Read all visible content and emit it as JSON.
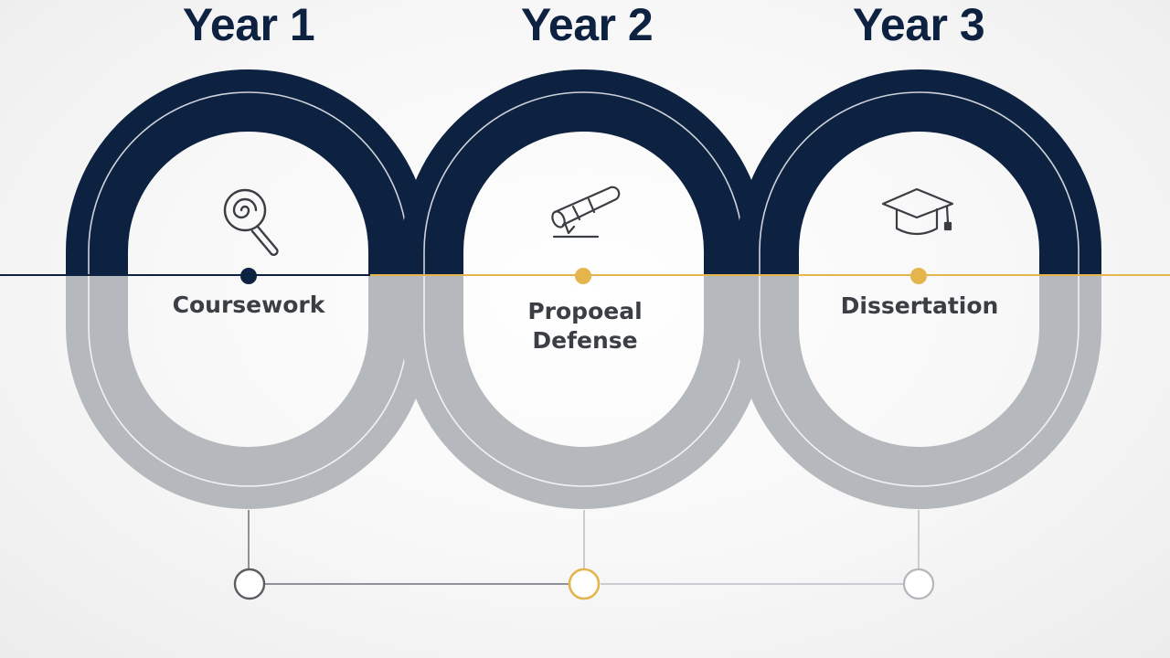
{
  "timeline": {
    "stages": [
      {
        "year": "Year 1",
        "label_lines": [
          "Coursework"
        ],
        "icon": "magnifier-spiral-icon",
        "accent": "#0d2140"
      },
      {
        "year": "Year 2",
        "label_lines": [
          "Propoeal",
          "Defense"
        ],
        "icon": "scroll-icon",
        "accent": "#e4b54c"
      },
      {
        "year": "Year 3",
        "label_lines": [
          "Dissertation"
        ],
        "icon": "graduation-cap-icon",
        "accent": "#e4b54c"
      }
    ],
    "colors": {
      "top_band": "#0d2140",
      "bottom_band": "#b5b9bd",
      "navy": "#0d2140",
      "gold": "#e4b54c",
      "connector_gray": "#a9acb0"
    }
  }
}
